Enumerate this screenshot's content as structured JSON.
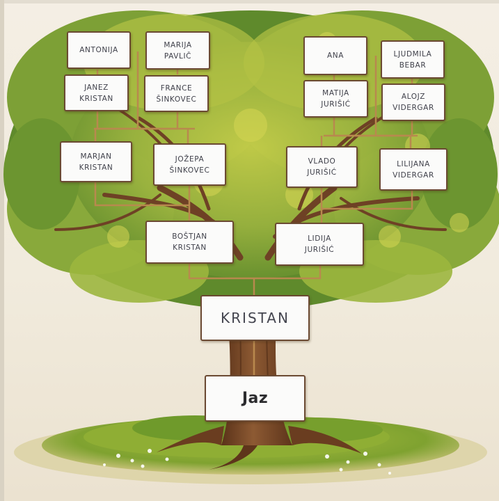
{
  "tree": {
    "generation_4": {
      "left_group": {
        "top_left": "ANTONIJA",
        "top_right": "MARIJA\nPAVLIČ",
        "bottom_left": "JANEZ\nKRISTAN",
        "bottom_right": "FRANCE\nŠINKOVEC"
      },
      "right_group": {
        "top_left": "ANA",
        "top_right": "LJUDMILA\nBEBAR",
        "bottom_left": "MATIJA\nJURIŠIĆ",
        "bottom_right": "ALOJZ\nVIDERGAR"
      }
    },
    "generation_3": {
      "marjan": "MARJAN\nKRISTAN",
      "jozepa": "JOŽEPA\nŠINKOVEC",
      "vlado": "VLADO\nJURIŠIĆ",
      "lilijana": "LILIJANA\nVIDERGAR"
    },
    "generation_2": {
      "bostjan": "BOŠTJAN\nKRISTAN",
      "lidija": "LIDIJA\nJURIŠIĆ"
    },
    "family_name": "KRISTAN",
    "self": "Jaz"
  },
  "colors": {
    "sky": "#f1ebdd",
    "foliage_dark": "#4f7a27",
    "foliage_mid": "#86a83a",
    "foliage_light": "#c8cf4a",
    "bark": "#7a4a2a",
    "grass": "#7fa230",
    "label_border": "#6b4a33",
    "label_fill": "#fbfbfa",
    "connector": "#b8894e"
  }
}
